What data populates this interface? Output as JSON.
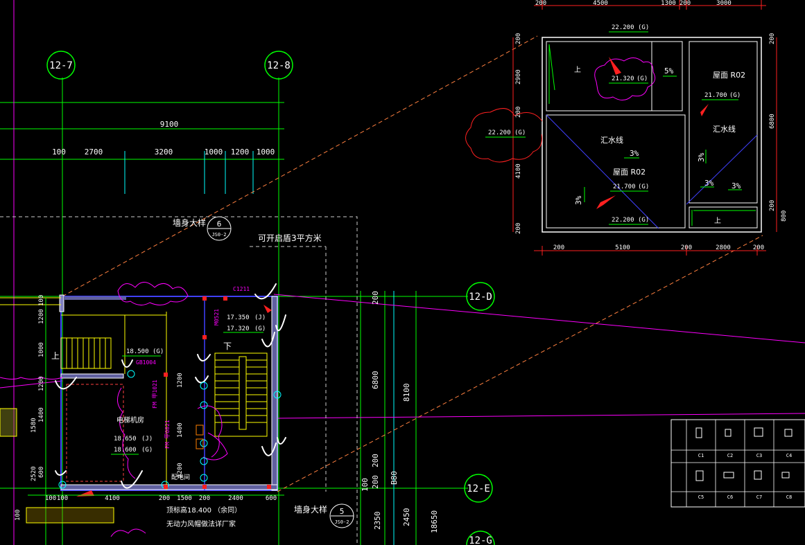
{
  "axes": {
    "a1": "12-7",
    "a2": "12-8",
    "a3": "12-D",
    "a4": "12-E",
    "a5": "12-G"
  },
  "dims_top": {
    "total": "9100",
    "d1": "100",
    "d2": "2700",
    "d3": "3200",
    "d4": "1000",
    "d5": "1200",
    "d6": "1000"
  },
  "dims_bottom": {
    "b1": "100",
    "b2": "100",
    "b3": "4100",
    "b4": "200",
    "b5": "1500",
    "b6": "200",
    "b7": "2400",
    "b8": "600"
  },
  "dims_left": [
    "1200",
    "1000",
    "1200",
    "1580",
    "1400",
    "2520",
    "600",
    "100",
    "100"
  ],
  "dims_right": [
    "200",
    "6800",
    "8100",
    "200",
    "200",
    "100",
    "B80",
    "2350",
    "2450",
    "18650"
  ],
  "labels": {
    "wall_note": "墙身大样",
    "wall_note2": "墙身大样",
    "callout6": "6",
    "callout6_sheet": "JS0-2",
    "callout5": "5",
    "callout5_sheet": "JS0-2",
    "skylight": "可开启盾3平方米",
    "up": "上",
    "down": "下",
    "machine_room": "电梯机房",
    "elev1": "18.650",
    "elev1_tag": "(J)",
    "elev2": "18.600",
    "elev2_tag": "(G)",
    "elev3": "18.500",
    "elev3_tag": "(G)",
    "elev4": "17.350",
    "elev4_tag": "(J)",
    "elev5": "17.320",
    "elev5_tag": "(G)",
    "window1": "C1211",
    "door1": "M0521",
    "door2": "FM 甲1021",
    "door3": "FM 甲0821",
    "vent": "GB1004",
    "elec_room": "配电间",
    "dim_1400": "1400",
    "dim_1200": "1200",
    "dim_2200": "2200",
    "roof_note": "顶标高18.400  （余同）",
    "fan_note": "无动力风帽做法详厂家"
  },
  "inset": {
    "top_dims": [
      "200",
      "4500",
      "1300",
      "200",
      "3000"
    ],
    "bottom_dims": [
      "200",
      "5100",
      "200",
      "2800",
      "200"
    ],
    "left_dims": [
      "200",
      "2900",
      "200",
      "4100",
      "200"
    ],
    "right_dims": [
      "200",
      "6800",
      "200",
      "800"
    ],
    "elev_top": "22.200",
    "elev_top_tag": "(G)",
    "elev_bottom": "22.200",
    "elev_bottom_tag": "(G)",
    "elev_left": "22.200",
    "elev_left_tag": "(G)",
    "elev_a": "21.320",
    "elev_a_tag": "(G)",
    "elev_b": "21.700",
    "elev_b_tag": "(G)",
    "elev_c": "21.700",
    "elev_c_tag": "(G)",
    "up1": "上",
    "up2": "上",
    "slope1": "5%",
    "slope2": "3%",
    "slope3": "3%",
    "slope4": "3%",
    "slope5": "3%",
    "slope6": "3%",
    "roof1": "屋面 R02",
    "roof2": "屋面 R02",
    "gutter1": "汇水线",
    "gutter2": "汇水线"
  },
  "legend_table": {
    "row1": [
      "C1",
      "C2",
      "C3",
      "C4"
    ],
    "row2": [
      "C5",
      "C6",
      "C7",
      "C8"
    ]
  }
}
